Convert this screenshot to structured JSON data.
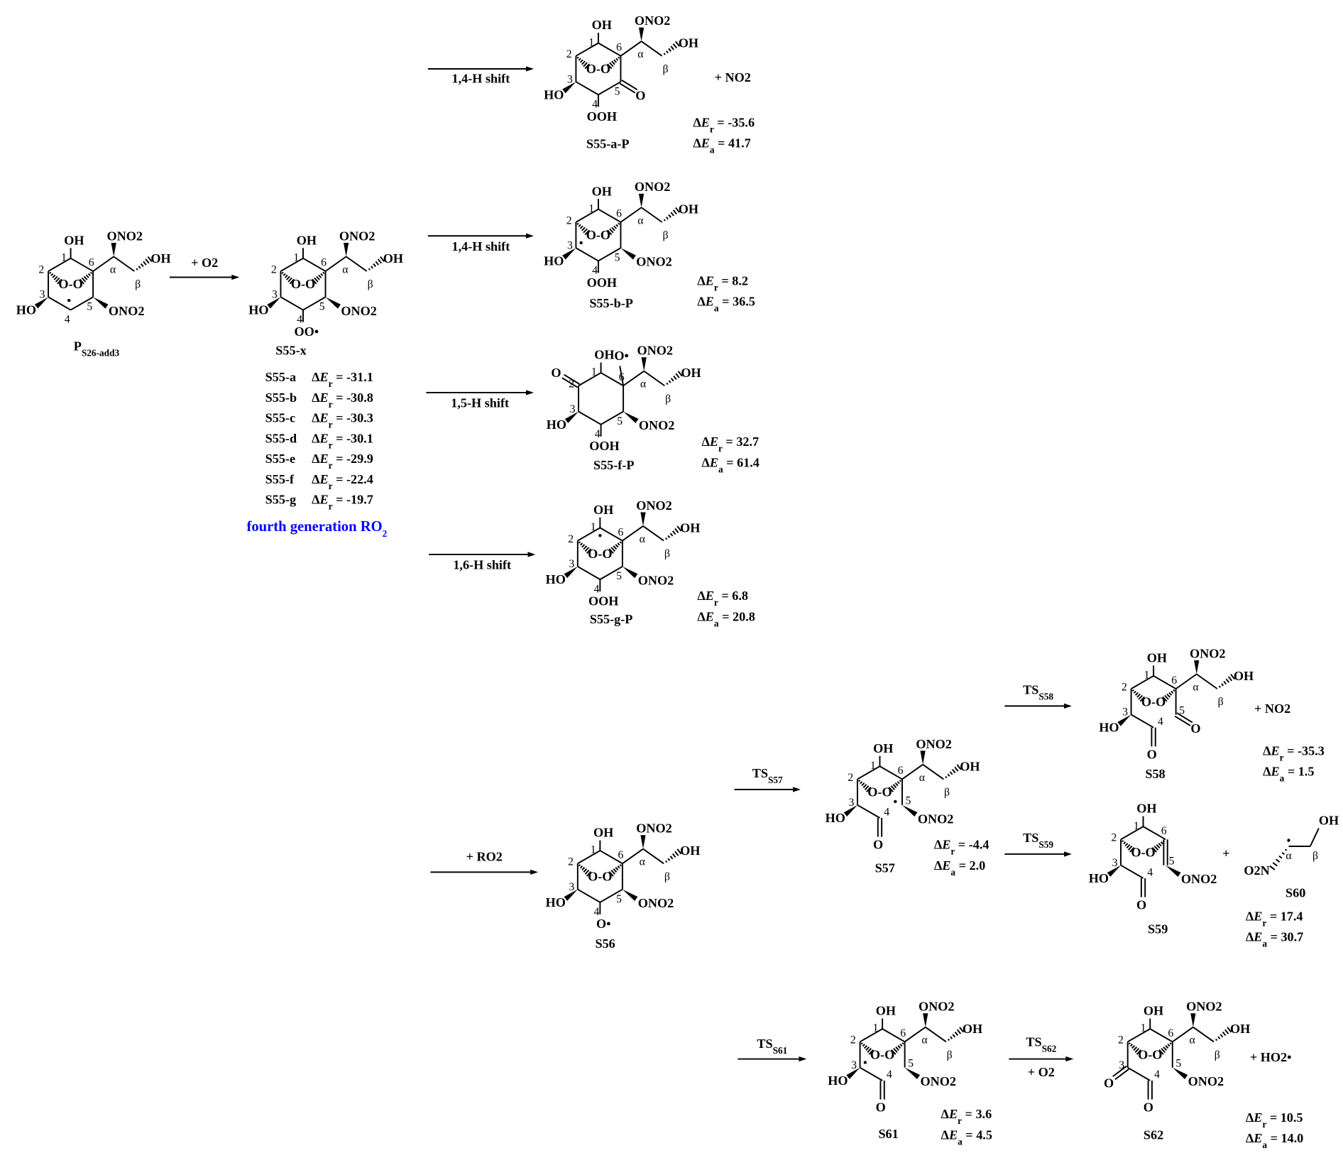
{
  "colors": {
    "ink": "#000000",
    "highlight": "#0000ff"
  },
  "atom_labels": [
    "1",
    "2",
    "3",
    "4",
    "5",
    "6",
    "α",
    "β"
  ],
  "bridge_label": "O-O",
  "energy": {
    "symbol": "ΔE",
    "sub_r": "r",
    "sub_a": "a"
  },
  "molecules": [
    {
      "id": "P",
      "name": "P",
      "name_sub": "S26-add3",
      "subs": {
        "c1": "OH",
        "c3": "HO",
        "c5": "ONO2",
        "alpha": "ONO2",
        "beta": "OH"
      }
    },
    {
      "id": "S55-x",
      "name": "S55-x",
      "subs": {
        "c1": "OH",
        "c3": "HO",
        "c4": "OO•",
        "c5": "ONO2",
        "alpha": "ONO2",
        "beta": "OH"
      }
    },
    {
      "id": "S55-a-P",
      "name": "S55-a-P",
      "subs": {
        "c1": "OH",
        "c3": "HO",
        "c4": "OOH",
        "c5": "O",
        "alpha": "ONO2",
        "beta": "OH"
      },
      "Er": "-35.6",
      "Ea": "41.7"
    },
    {
      "id": "S55-b-P",
      "name": "S55-b-P",
      "subs": {
        "c1": "OH",
        "c3": "HO",
        "c4": "OOH",
        "c5": "ONO2",
        "alpha": "ONO2",
        "beta": "OH"
      },
      "Er": "8.2",
      "Ea": "36.5"
    },
    {
      "id": "S55-f-P",
      "name": "S55-f-P",
      "subs": {
        "c1": "OH",
        "c2": "O",
        "c3": "HO",
        "c4": "OOH",
        "c5": "ONO2",
        "c6": "O•",
        "alpha": "ONO2",
        "beta": "OH"
      },
      "Er": "32.7",
      "Ea": "61.4"
    },
    {
      "id": "S55-g-P",
      "name": "S55-g-P",
      "subs": {
        "c1": "OH",
        "c3": "HO",
        "c4": "OOH",
        "c5": "ONO2",
        "alpha": "ONO2",
        "beta": "OH"
      },
      "Er": "6.8",
      "Ea": "20.8"
    },
    {
      "id": "S56",
      "name": "S56",
      "subs": {
        "c1": "OH",
        "c3": "HO",
        "c4": "O•",
        "c5": "ONO2",
        "alpha": "ONO2",
        "beta": "OH"
      }
    },
    {
      "id": "S57",
      "name": "S57",
      "subs": {
        "c1": "OH",
        "c3": "HO",
        "c4": "O",
        "c5": "ONO2",
        "alpha": "ONO2",
        "beta": "OH"
      },
      "Er": "-4.4",
      "Ea": "2.0"
    },
    {
      "id": "S58",
      "name": "S58",
      "subs": {
        "c1": "OH",
        "c3": "HO",
        "c4": "O",
        "c5": "O",
        "alpha": "ONO2",
        "beta": "OH"
      },
      "Er": "-35.3",
      "Ea": "1.5"
    },
    {
      "id": "S59",
      "name": "S59",
      "subs": {
        "c1": "OH",
        "c3": "HO",
        "c4": "O",
        "c5": "ONO2"
      },
      "Er": "17.4",
      "Ea": "30.7"
    },
    {
      "id": "S61",
      "name": "S61",
      "subs": {
        "c1": "OH",
        "c3": "HO",
        "c4": "O",
        "c5": "ONO2",
        "alpha": "ONO2",
        "beta": "OH"
      },
      "Er": "3.6",
      "Ea": "4.5"
    },
    {
      "id": "S62",
      "name": "S62",
      "subs": {
        "c1": "OH",
        "c3": "O",
        "c4": "O",
        "c5": "ONO2",
        "alpha": "ONO2",
        "beta": "OH"
      },
      "Er": "10.5",
      "Ea": "14.0"
    }
  ],
  "s60": {
    "name": "S60",
    "left": "O2N",
    "right": "OH"
  },
  "arrows": [
    {
      "id": "o2-addition",
      "label": "+ O2"
    },
    {
      "id": "h-shift-a",
      "label": "1,4-H shift"
    },
    {
      "id": "h-shift-b",
      "label": "1,4-H shift"
    },
    {
      "id": "h-shift-f",
      "label": "1,5-H shift"
    },
    {
      "id": "h-shift-g",
      "label": "1,6-H shift"
    },
    {
      "id": "ro2-reaction",
      "label": "+ RO2"
    },
    {
      "id": "ts-s57",
      "label": "TS",
      "sub": "S57"
    },
    {
      "id": "ts-s58",
      "label": "TS",
      "sub": "S58"
    },
    {
      "id": "ts-s59",
      "label": "TS",
      "sub": "S59"
    },
    {
      "id": "ts-s61",
      "label": "TS",
      "sub": "S61"
    },
    {
      "id": "ts-s62",
      "label": "TS",
      "sub": "S62",
      "label2": "+ O2"
    }
  ],
  "plus_labels": [
    "+ NO2",
    "+ NO2",
    "+",
    "+ HO2•"
  ],
  "s55_list": [
    {
      "name": "S55-a",
      "Er": "-31.1"
    },
    {
      "name": "S55-b",
      "Er": "-30.8"
    },
    {
      "name": "S55-c",
      "Er": "-30.3"
    },
    {
      "name": "S55-d",
      "Er": "-30.1"
    },
    {
      "name": "S55-e",
      "Er": "-29.9"
    },
    {
      "name": "S55-f",
      "Er": "-22.4"
    },
    {
      "name": "S55-g",
      "Er": "-19.7"
    }
  ],
  "fourth_generation_label": "fourth generation  RO2"
}
